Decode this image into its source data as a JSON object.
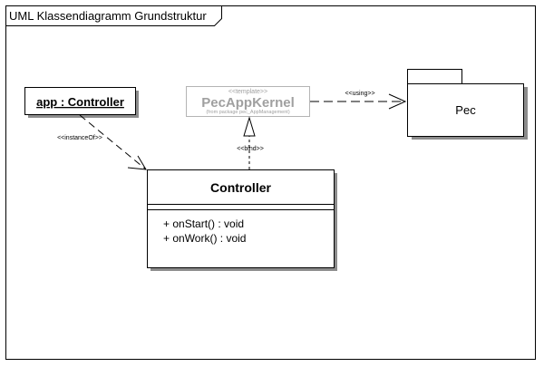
{
  "frame": {
    "title": "UML Klassendiagramm Grundstruktur"
  },
  "instance": {
    "label": "app : Controller"
  },
  "template_class": {
    "stereotype": "<<template>>",
    "name": "PecAppKernel",
    "package_note": "(from package pec_AppManagement)"
  },
  "package": {
    "name": "Pec"
  },
  "controller": {
    "name": "Controller",
    "operations": [
      "+ onStart() : void",
      "+ onWork() : void"
    ]
  },
  "relations": {
    "instance_of": "<<instanceOf>>",
    "bind": "<<bind>>",
    "using": "<<using>>"
  }
}
